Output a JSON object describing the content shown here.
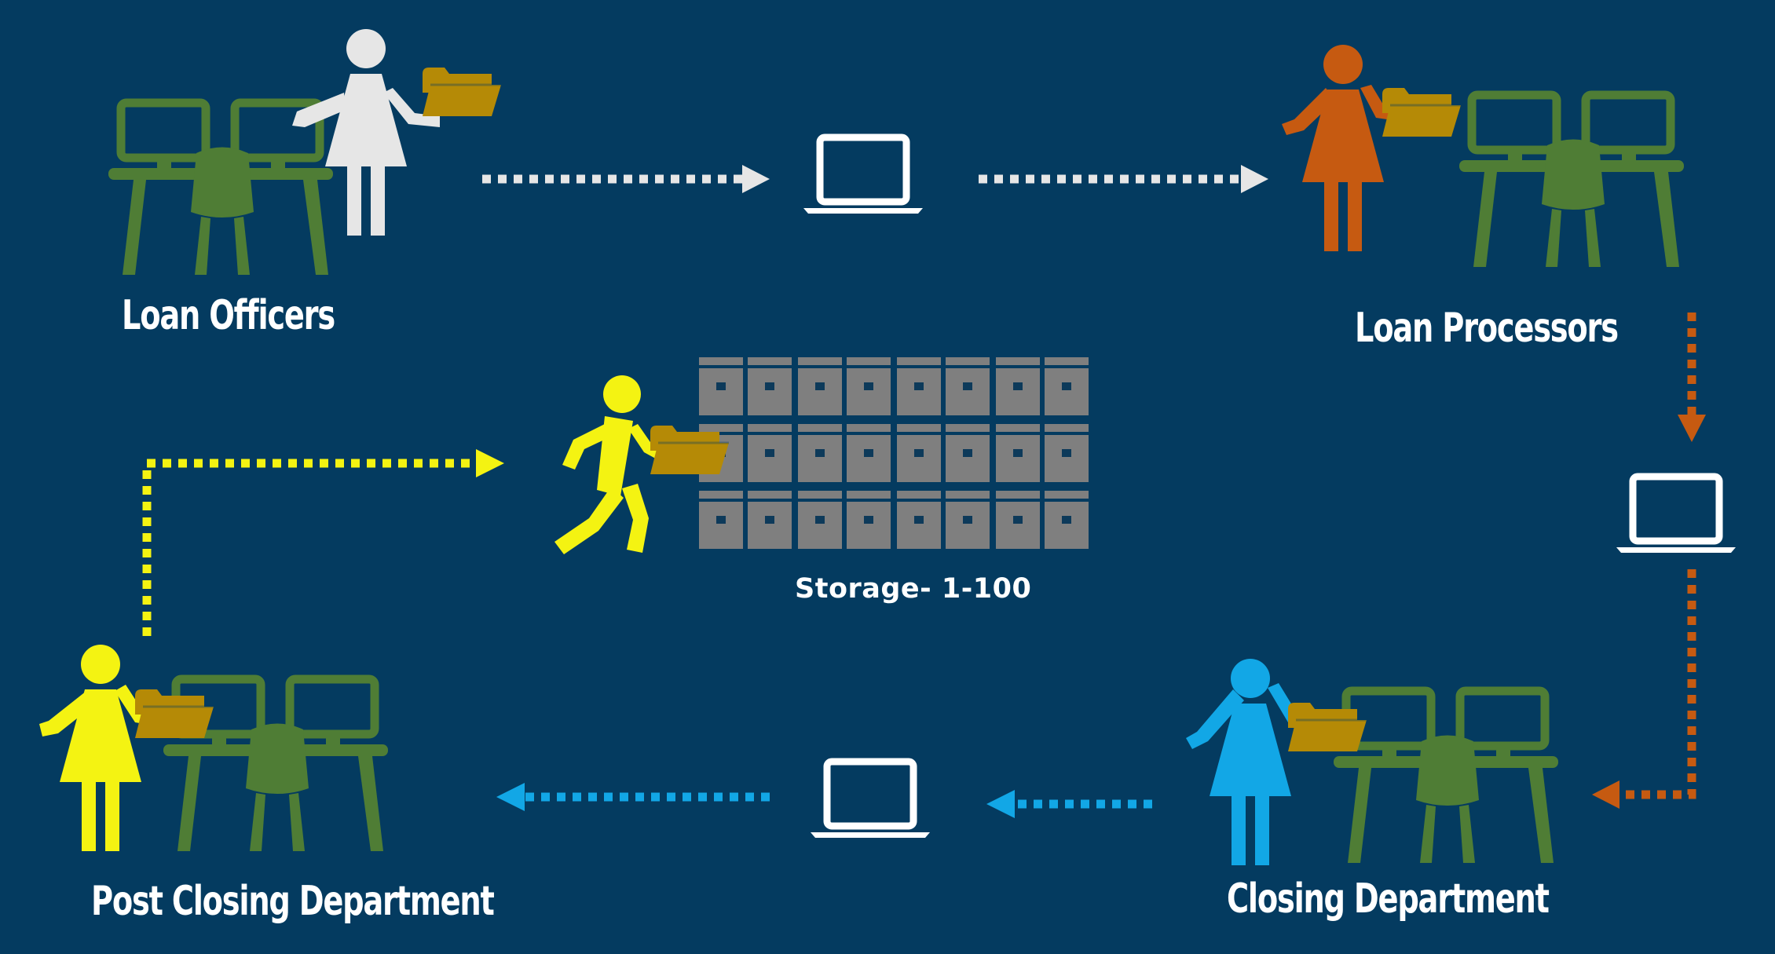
{
  "diagram": {
    "labels": {
      "loan_officers": "Loan Officers",
      "loan_processors": "Loan Processors",
      "closing": "Closing Department",
      "post_closing": "Post Closing Department",
      "storage": "Storage-  1-100"
    },
    "colors": {
      "background": "#043b60",
      "desk": "#4f7d35",
      "folder": "#b58a06",
      "cabinet": "#7f7f7f",
      "white": "#e6e6e6",
      "orange": "#c65a11",
      "blue": "#12a7e6",
      "yellow": "#f4f312",
      "arrow_white": "#e6e6e6",
      "arrow_orange": "#c65a11",
      "arrow_blue": "#12a7e6",
      "arrow_yellow": "#f4f312"
    }
  }
}
